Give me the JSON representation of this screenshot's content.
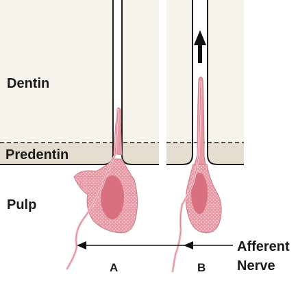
{
  "labels": {
    "dentin": "Dentin",
    "predentin": "Predentin",
    "pulp": "Pulp",
    "panel_a": "A",
    "panel_b": "B",
    "afferent": "Afferent",
    "nerve": "Nerve"
  },
  "colors": {
    "dentin_fill": "#f6f3ea",
    "predentin_fill": "#e4ddd0",
    "outline": "#1e1e1e",
    "odontoblast_fill": "#e79aa6",
    "nucleus_fill": "#d9707f",
    "nerve_fiber": "#f3c2c9",
    "fiber_edge": "#c97a86"
  },
  "icons": [
    "up-arrow-icon",
    "left-arrow-icon"
  ]
}
